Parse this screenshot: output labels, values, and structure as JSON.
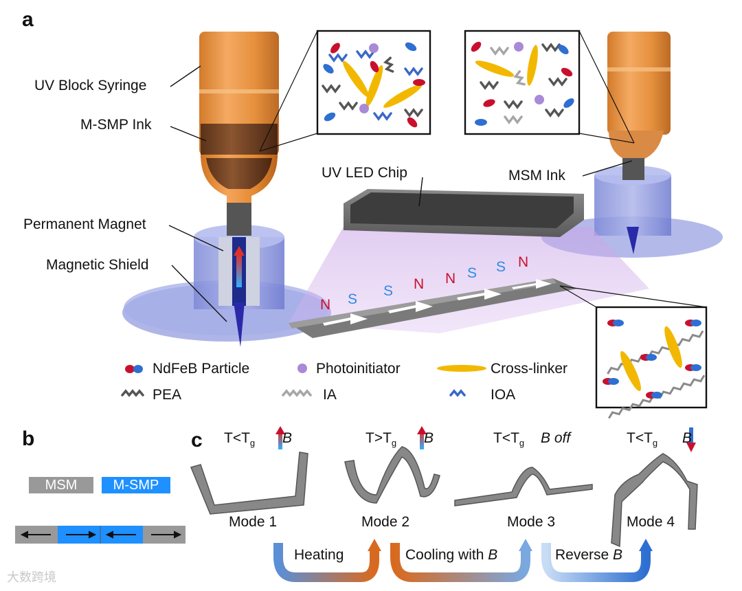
{
  "panels": {
    "a": "a",
    "b": "b",
    "c": "c"
  },
  "labels": {
    "uv_block_syringe": "UV Block Syringe",
    "msmp_ink": "M-SMP Ink",
    "permanent_magnet": "Permanent Magnet",
    "magnetic_shield": "Magnetic Shield",
    "uv_led_chip": "UV LED Chip",
    "msm_ink": "MSM Ink"
  },
  "poles": [
    "N",
    "S",
    "S",
    "N",
    "N",
    "S",
    "S",
    "N"
  ],
  "legend": {
    "ndfeb": "NdFeB Particle",
    "photoinitiator": "Photoinitiator",
    "crosslinker": "Cross-linker",
    "pea": "PEA",
    "ia": "IA",
    "ioa": "IOA"
  },
  "panel_b": {
    "msm": "MSM",
    "msmp": "M-SMP"
  },
  "conditions": [
    {
      "t": "T<T",
      "sub": "g",
      "b": "B",
      "off": ""
    },
    {
      "t": "T>T",
      "sub": "g",
      "b": "B",
      "off": ""
    },
    {
      "t": "T<T",
      "sub": "g",
      "b": "",
      "off": "B off"
    },
    {
      "t": "T<T",
      "sub": "g",
      "b": "B",
      "off": ""
    }
  ],
  "modes": [
    "Mode 1",
    "Mode 2",
    "Mode 3",
    "Mode 4"
  ],
  "steps": {
    "heating": "Heating",
    "cooling": "Cooling with ",
    "reverse": "Reverse ",
    "b": "B"
  },
  "watermark": "大数跨境",
  "colors": {
    "ndfeb_red": "#c8102e",
    "ndfeb_blue": "#2e6fd1",
    "photo": "#a98ad6",
    "cross": "#f2b800",
    "pea": "#555555",
    "ia": "#a6a6a6",
    "ioa": "#3a68c7",
    "msmp_blue": "#1e90ff",
    "msm_gray": "#999999",
    "uv": "#c9a4e6"
  }
}
